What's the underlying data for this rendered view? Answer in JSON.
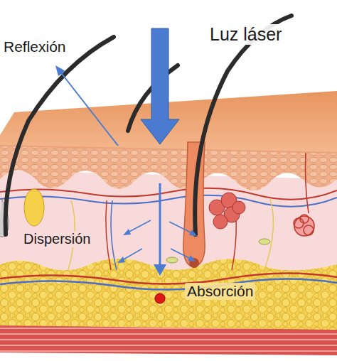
{
  "diagram": {
    "labels": [
      "Reflexión",
      "Luz láser",
      "Dispersión",
      "Absorción"
    ]
  }
}
